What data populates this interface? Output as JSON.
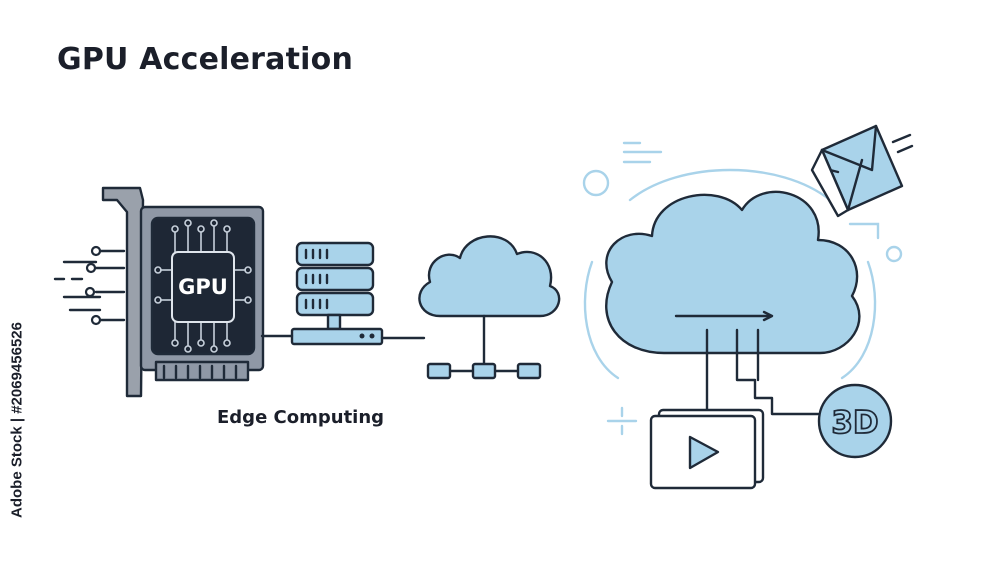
{
  "title": "GPU Acceleration",
  "edge_label": "Edge Computing",
  "chip_label": "GPU",
  "badge_3d": "3D",
  "side_text": "Adobe Stock | #2069456526",
  "icons": [
    "gpu-card-icon",
    "server-stack-icon",
    "network-cloud-icon",
    "main-cloud-icon",
    "video-play-icon",
    "3d-badge-icon",
    "envelope-icon"
  ],
  "colors": {
    "accent": "#a9d3ea",
    "outline": "#1f2a38",
    "text": "#1b1f2a",
    "chip": "#1e2735"
  }
}
